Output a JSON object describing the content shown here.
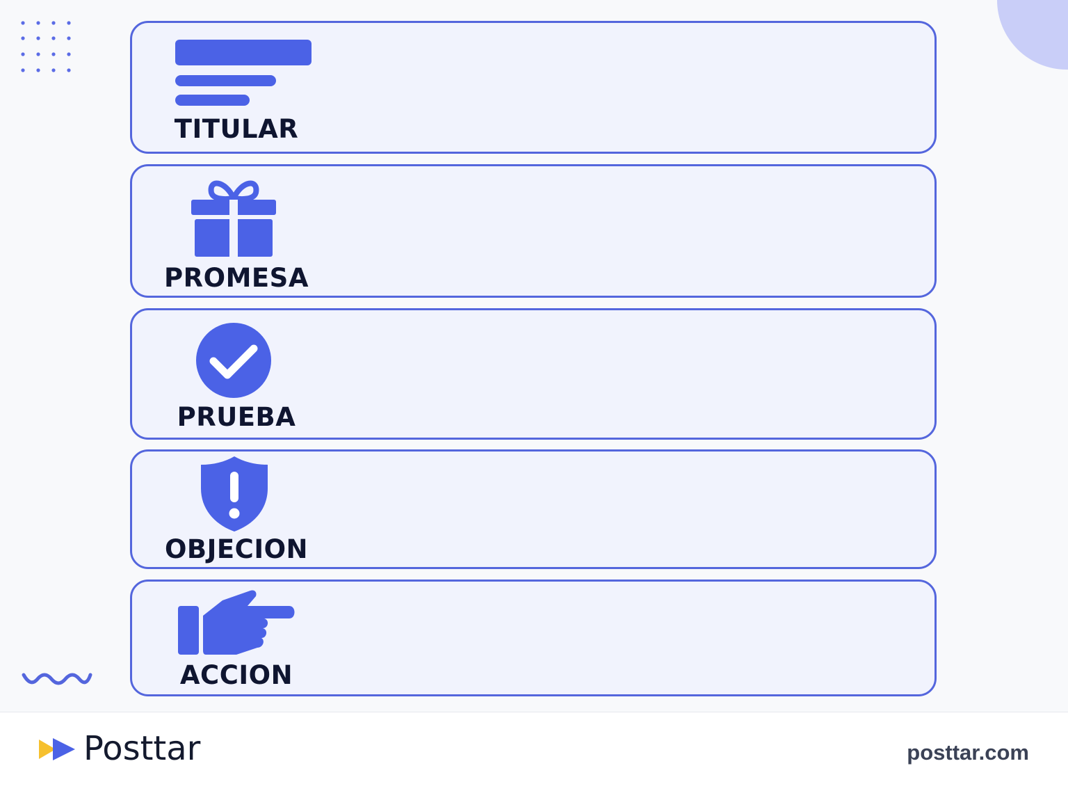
{
  "cards": [
    {
      "label": "TITULAR",
      "icon": "headline-lines-icon"
    },
    {
      "label": "PROMESA",
      "icon": "gift-icon"
    },
    {
      "label": "PRUEBA",
      "icon": "check-circle-icon"
    },
    {
      "label": "OBJECION",
      "icon": "shield-alert-icon"
    },
    {
      "label": "ACCION",
      "icon": "pointing-hand-icon"
    }
  ],
  "footer": {
    "brand_name": "Posttar",
    "website": "posttar.com"
  },
  "colors": {
    "accent": "#4b62e6",
    "card_border": "#5466dd",
    "card_bg": "#f1f3fd",
    "label_text": "#0f1530",
    "logo_yellow": "#f6c02e"
  }
}
